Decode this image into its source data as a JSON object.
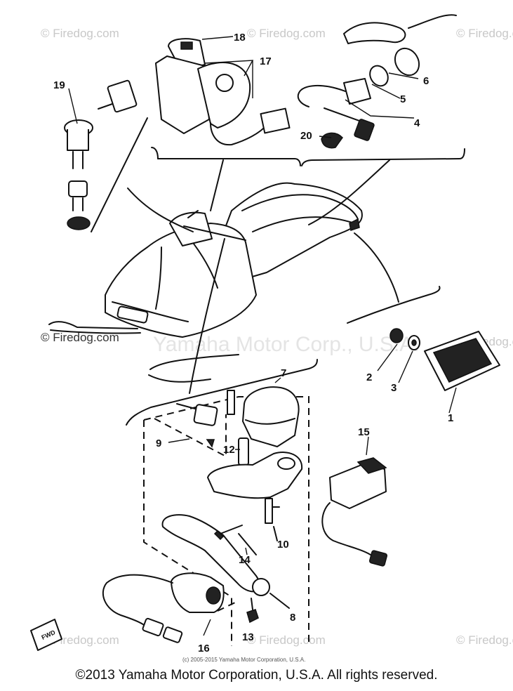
{
  "watermarks": {
    "site": "© Firedog.com",
    "overlay": "Yamaha Motor Corp., U.S.A."
  },
  "labels": {
    "p1": "1",
    "p2": "2",
    "p3": "3",
    "p4": "4",
    "p5": "5",
    "p6": "6",
    "p7": "7",
    "p8": "8",
    "p9": "9",
    "p10": "10",
    "p12": "12",
    "p13": "13",
    "p14": "14",
    "p15": "15",
    "p16": "16",
    "p17": "17",
    "p18": "18",
    "p19": "19",
    "p20": "20"
  },
  "tag_text": "FWD",
  "inner_copyright": "(c) 2005-2015 Yamaha Motor Corporation, U.S.A.",
  "footer": "©2013 Yamaha Motor Corporation, U.S.A. All rights reserved."
}
